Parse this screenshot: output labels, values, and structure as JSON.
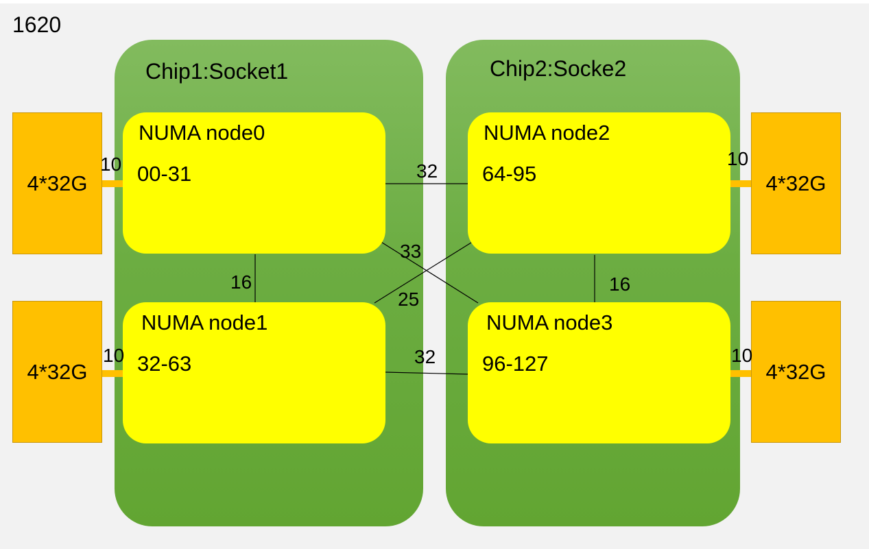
{
  "title": "1620",
  "chips": [
    {
      "label": "Chip1:Socket1"
    },
    {
      "label": "Chip2:Socke2"
    }
  ],
  "nodes": [
    {
      "name": "NUMA node0",
      "cpus": "00-31"
    },
    {
      "name": "NUMA node1",
      "cpus": "32-63"
    },
    {
      "name": "NUMA node2",
      "cpus": "64-95"
    },
    {
      "name": "NUMA node3",
      "cpus": "96-127"
    }
  ],
  "memory": [
    {
      "label": "4*32G",
      "distance": "10"
    },
    {
      "label": "4*32G",
      "distance": "10"
    },
    {
      "label": "4*32G",
      "distance": "10"
    },
    {
      "label": "4*32G",
      "distance": "10"
    }
  ],
  "distances": {
    "node0_node2": "32",
    "node1_node3": "32",
    "node0_node1": "16",
    "node2_node3": "16",
    "node0_node3": "33",
    "node1_node2": "25"
  },
  "colors": {
    "background": "#f2f2f2",
    "chip": "#6cad42",
    "node": "#ffff00",
    "memory": "#ffc000"
  }
}
